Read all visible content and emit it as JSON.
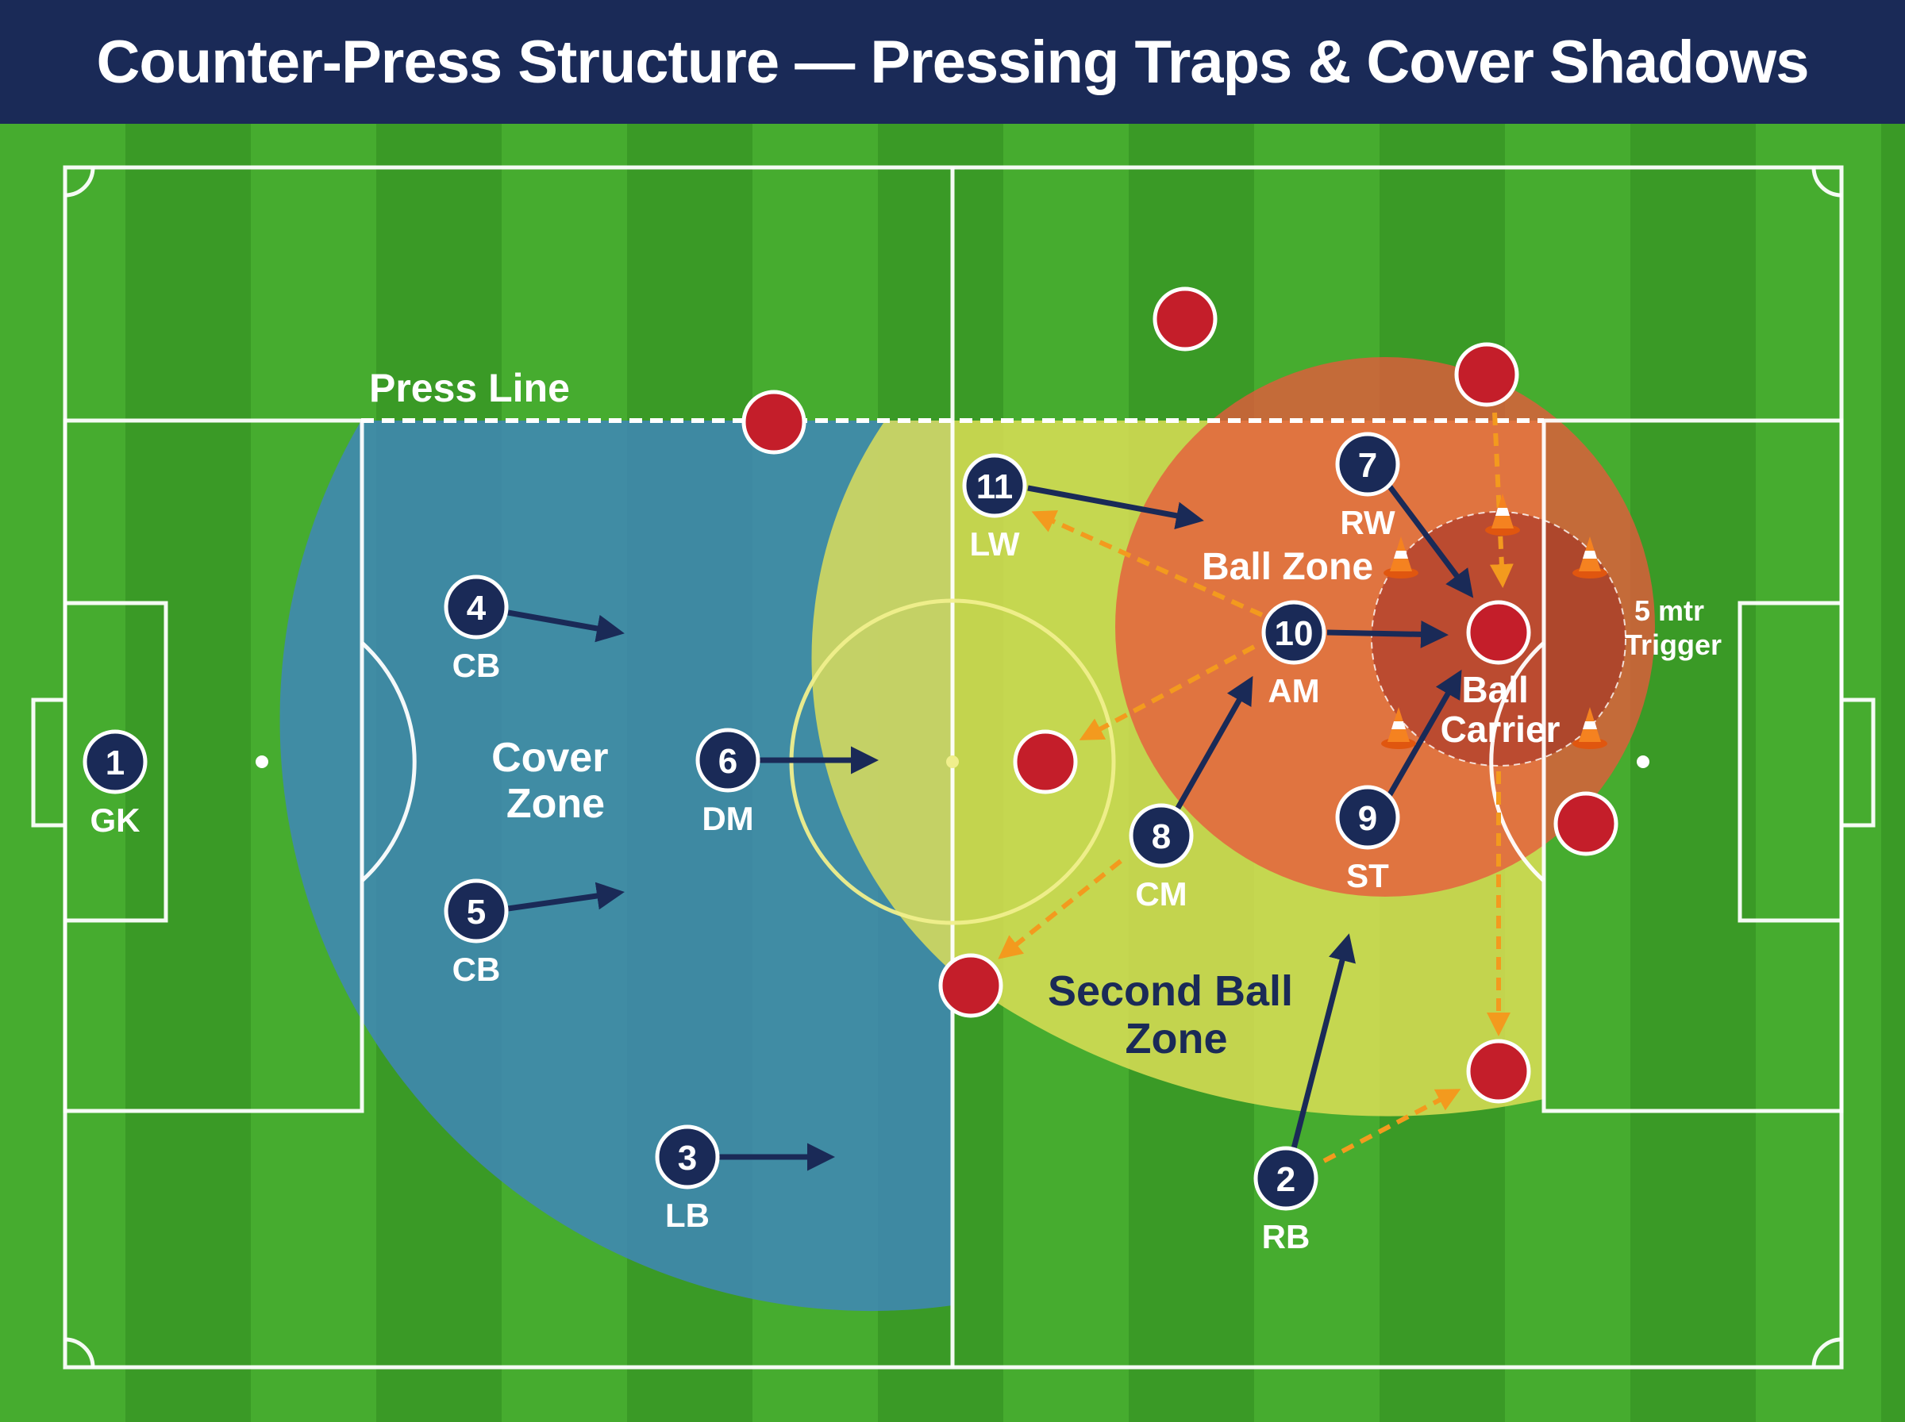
{
  "title": "Counter-Press Structure — Pressing Traps & Cover Shadows",
  "colors": {
    "grass_light": "#46ac2f",
    "grass_dark": "#3a9a26",
    "team_blue": "#1a2a57",
    "opponent_red": "#c41e2a",
    "cover_zone": "#3f86b8",
    "second_ball_zone": "#e2e058",
    "ball_zone": "#e8583c",
    "arrow_orange": "#f39a1e"
  },
  "zones": {
    "press_line": "Press Line",
    "cover_zone": [
      "Cover",
      "Zone"
    ],
    "second_ball_zone": [
      "Second Ball",
      "Zone"
    ],
    "ball_zone": "Ball Zone",
    "ball_carrier": [
      "Ball",
      "Carrier"
    ],
    "trigger": [
      "5 mtr",
      "Trigger"
    ]
  },
  "players": [
    {
      "number": "1",
      "role": "GK"
    },
    {
      "number": "4",
      "role": "CB"
    },
    {
      "number": "5",
      "role": "CB"
    },
    {
      "number": "3",
      "role": "LB"
    },
    {
      "number": "6",
      "role": "DM"
    },
    {
      "number": "11",
      "role": "LW"
    },
    {
      "number": "8",
      "role": "CM"
    },
    {
      "number": "10",
      "role": "AM"
    },
    {
      "number": "7",
      "role": "RW"
    },
    {
      "number": "9",
      "role": "ST"
    },
    {
      "number": "2",
      "role": "RB"
    }
  ]
}
